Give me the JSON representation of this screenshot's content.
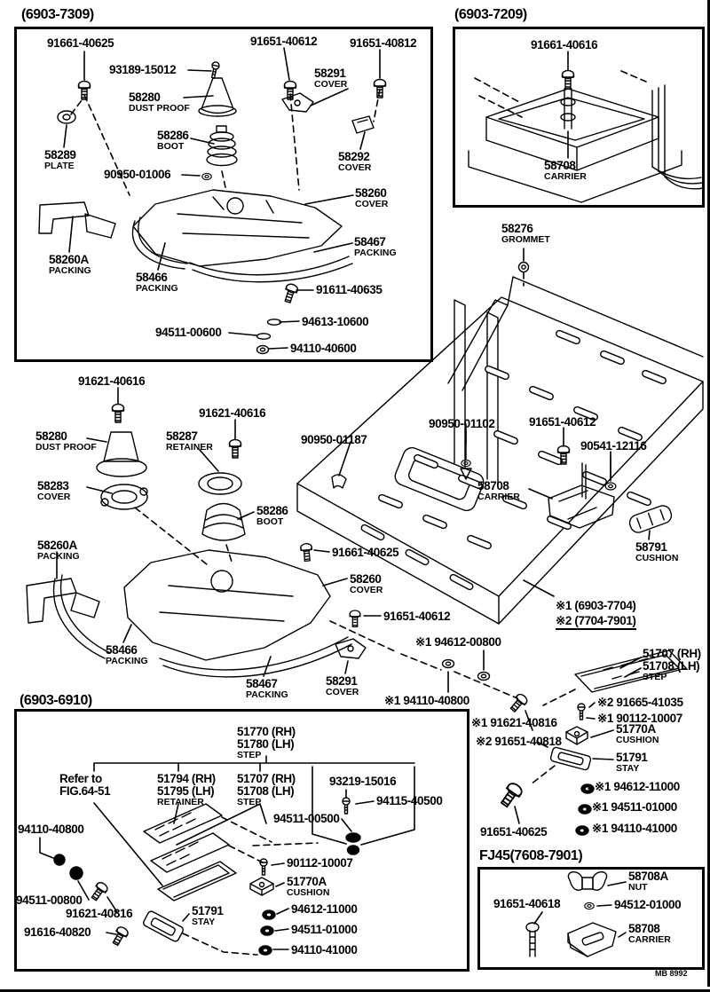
{
  "page": {
    "code": "MB 8992"
  },
  "boxes": {
    "top_left": {
      "header": "(6903-7309)"
    },
    "top_right": {
      "header": "(6903-7209)"
    },
    "bottom_left": {
      "header": "(6903-6910)"
    },
    "bottom_right": {
      "header": "FJ45(7608-7901)"
    }
  },
  "labels": [
    {
      "lines": [
        "91661-40625"
      ]
    },
    {
      "lines": [
        "93189-15012"
      ]
    },
    {
      "lines": [
        "58280",
        "DUST PROOF"
      ]
    },
    {
      "lines": [
        "91651-40612"
      ]
    },
    {
      "lines": [
        "91651-40812"
      ]
    },
    {
      "lines": [
        "58291",
        "COVER"
      ]
    },
    {
      "lines": [
        "58292",
        "COVER"
      ]
    },
    {
      "lines": [
        "58289",
        "PLATE"
      ]
    },
    {
      "lines": [
        "58286",
        "BOOT"
      ]
    },
    {
      "lines": [
        "90950-01006"
      ]
    },
    {
      "lines": [
        "58260",
        "COVER"
      ]
    },
    {
      "lines": [
        "58467",
        "PACKING"
      ]
    },
    {
      "lines": [
        "58260A",
        "PACKING"
      ]
    },
    {
      "lines": [
        "58466",
        "PACKING"
      ]
    },
    {
      "lines": [
        "91611-40635"
      ]
    },
    {
      "lines": [
        "94613-10600"
      ]
    },
    {
      "lines": [
        "94511-00600"
      ]
    },
    {
      "lines": [
        "94110-40600"
      ]
    },
    {
      "lines": [
        "91661-40616"
      ]
    },
    {
      "lines": [
        "58708",
        "CARRIER"
      ]
    },
    {
      "lines": [
        "58276",
        "GROMMET"
      ]
    },
    {
      "lines": [
        "91621-40616"
      ]
    },
    {
      "lines": [
        "91621-40616"
      ]
    },
    {
      "lines": [
        "58280",
        "DUST PROOF"
      ]
    },
    {
      "lines": [
        "58287",
        "RETAINER"
      ]
    },
    {
      "lines": [
        "90950-01187"
      ]
    },
    {
      "lines": [
        "90950-01102"
      ]
    },
    {
      "lines": [
        "91651-40612"
      ]
    },
    {
      "lines": [
        "90541-12116"
      ]
    },
    {
      "lines": [
        "58283",
        "COVER"
      ]
    },
    {
      "lines": [
        "58286",
        "BOOT"
      ]
    },
    {
      "lines": [
        "58708",
        "CARRIER"
      ]
    },
    {
      "lines": [
        "58791",
        "CUSHION"
      ]
    },
    {
      "lines": [
        "58260A",
        "PACKING"
      ]
    },
    {
      "lines": [
        "91661-40625"
      ]
    },
    {
      "lines": [
        "58260",
        "COVER"
      ]
    },
    {
      "lines": [
        "58466",
        "PACKING"
      ]
    },
    {
      "lines": [
        "58467",
        "PACKING"
      ]
    },
    {
      "lines": [
        "58291",
        "COVER"
      ]
    },
    {
      "lines": [
        "91651-40612"
      ]
    },
    {
      "lines": [
        "※1 94612-00800"
      ]
    },
    {
      "lines": [
        "※1 94110-40800"
      ]
    },
    {
      "lines": [
        "※1 (6903-7704)"
      ]
    },
    {
      "lines": [
        "※2 (7704-7901)"
      ]
    },
    {
      "lines": [
        "51707 (RH)",
        "51708 (LH)",
        "STEP"
      ]
    },
    {
      "lines": [
        "※2 91665-41035"
      ]
    },
    {
      "lines": [
        "※1 90112-10007"
      ]
    },
    {
      "lines": [
        "※1 91621-40816"
      ]
    },
    {
      "lines": [
        "※2 91651-40818"
      ]
    },
    {
      "lines": [
        "51770A",
        "CUSHION"
      ]
    },
    {
      "lines": [
        "51791",
        "STAY"
      ]
    },
    {
      "lines": [
        "※1 94612-11000"
      ]
    },
    {
      "lines": [
        "※1 94511-01000"
      ]
    },
    {
      "lines": [
        "※1 94110-41000"
      ]
    },
    {
      "lines": [
        "91651-40625"
      ]
    },
    {
      "lines": [
        "51770 (RH)",
        "51780 (LH)",
        "STEP"
      ]
    },
    {
      "lines": [
        "Refer to",
        "FIG.64-51"
      ]
    },
    {
      "lines": [
        "51794 (RH)",
        "51795 (LH)",
        "RETAINER"
      ]
    },
    {
      "lines": [
        "51707 (RH)",
        "51708 (LH)",
        "STEP"
      ]
    },
    {
      "lines": [
        "93219-15016"
      ]
    },
    {
      "lines": [
        "94115-40500"
      ]
    },
    {
      "lines": [
        "94511-00500"
      ]
    },
    {
      "lines": [
        "94110-40800"
      ]
    },
    {
      "lines": [
        "90112-10007"
      ]
    },
    {
      "lines": [
        "51770A",
        "CUSHION"
      ]
    },
    {
      "lines": [
        "94511-00800"
      ]
    },
    {
      "lines": [
        "91621-40816"
      ]
    },
    {
      "lines": [
        "91616-40820"
      ]
    },
    {
      "lines": [
        "51791",
        "STAY"
      ]
    },
    {
      "lines": [
        "94612-11000"
      ]
    },
    {
      "lines": [
        "94511-01000"
      ]
    },
    {
      "lines": [
        "94110-41000"
      ]
    },
    {
      "lines": [
        "58708A",
        "NUT"
      ]
    },
    {
      "lines": [
        "91651-40618"
      ]
    },
    {
      "lines": [
        "94512-01000"
      ]
    },
    {
      "lines": [
        "58708",
        "CARRIER"
      ]
    }
  ]
}
